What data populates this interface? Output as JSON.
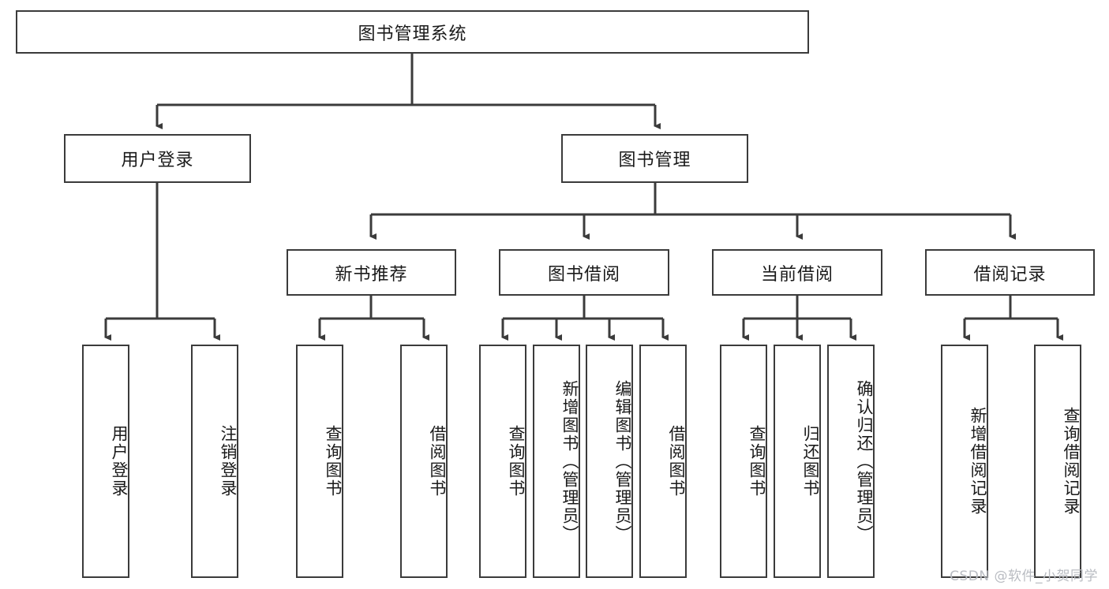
{
  "diagram": {
    "title": "图书管理系统",
    "type": "tree",
    "watermark": "CSDN @软件_小贺同学",
    "colors": {
      "box_border": "#3b3b3b",
      "box_fill": "#ffffff",
      "connector": "#3b3b3b",
      "text": "#1a1a1a",
      "watermark": "#b9bcc2"
    },
    "nodes": {
      "root": {
        "label": "图书管理系统"
      },
      "level2": [
        {
          "id": "user-login",
          "label": "用户登录"
        },
        {
          "id": "book-manage",
          "label": "图书管理"
        }
      ],
      "level3": [
        {
          "id": "new-book-recommend",
          "label": "新书推荐"
        },
        {
          "id": "book-borrow",
          "label": "图书借阅"
        },
        {
          "id": "current-borrow",
          "label": "当前借阅"
        },
        {
          "id": "borrow-record",
          "label": "借阅记录"
        }
      ],
      "leaves": {
        "user_login": [
          {
            "id": "leaf-user-login",
            "label": "用户登录"
          },
          {
            "id": "leaf-logout",
            "label": "注销登录"
          }
        ],
        "new_book_recommend": [
          {
            "id": "leaf-query-book-1",
            "label": "查询图书"
          },
          {
            "id": "leaf-borrow-book-1",
            "label": "借阅图书"
          }
        ],
        "book_borrow": [
          {
            "id": "leaf-query-book-2",
            "label": "查询图书"
          },
          {
            "id": "leaf-add-book",
            "label": "新增图书（管理员）"
          },
          {
            "id": "leaf-edit-book",
            "label": "编辑图书（管理员）"
          },
          {
            "id": "leaf-borrow-book-2",
            "label": "借阅图书"
          }
        ],
        "current_borrow": [
          {
            "id": "leaf-query-book-3",
            "label": "查询图书"
          },
          {
            "id": "leaf-return-book",
            "label": "归还图书"
          },
          {
            "id": "leaf-confirm-return",
            "label": "确认归还（管理员）"
          }
        ],
        "borrow_record": [
          {
            "id": "leaf-add-record",
            "label": "新增借阅记录"
          },
          {
            "id": "leaf-query-record",
            "label": "查询借阅记录"
          }
        ]
      }
    }
  }
}
